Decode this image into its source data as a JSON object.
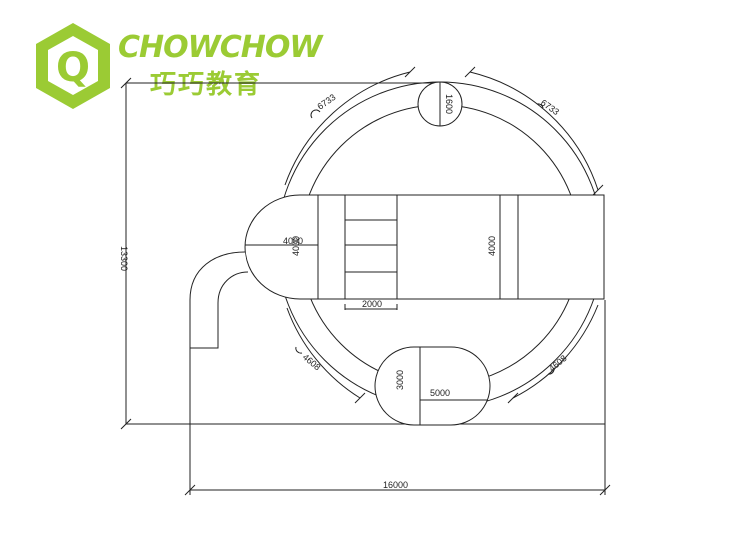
{
  "brand": {
    "name": "CHOWCHOW",
    "name_cn": "巧巧教育",
    "logo_glyph": "Q",
    "color": "#9bcb34"
  },
  "dimensions": {
    "arc_upper_left": "6733",
    "arc_upper_right": "6733",
    "arc_lower_left": "4608",
    "arc_lower_right": "4608",
    "top_pod": "1600",
    "left_pod_width": "4000",
    "left_pod_height": "4000",
    "right_platform_height": "4000",
    "stair_width": "2000",
    "bottom_pod_height": "3000",
    "bottom_pod_width": "5000",
    "overall_height": "13300",
    "overall_width": "16000"
  },
  "line_color": "#222222"
}
